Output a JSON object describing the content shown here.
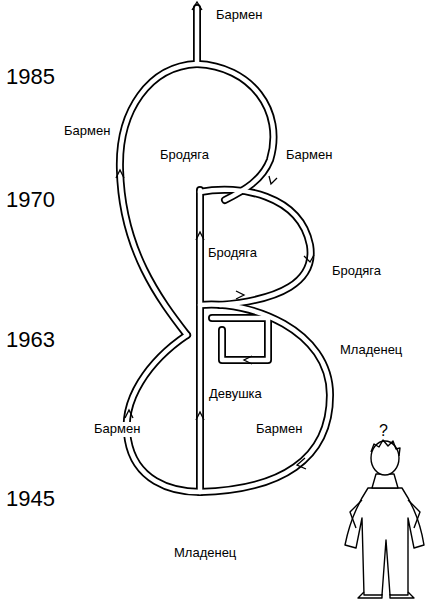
{
  "diagram": {
    "labels": [
      "Бармен",
      "1985",
      "Бармен",
      "Бродяга",
      "Бармен",
      "1970",
      "Бродяга",
      "Бродяга",
      "1963",
      "Младенец",
      "Девушка",
      "Бармен",
      "Бармен",
      "1945",
      "Младенец",
      "?"
    ]
  }
}
